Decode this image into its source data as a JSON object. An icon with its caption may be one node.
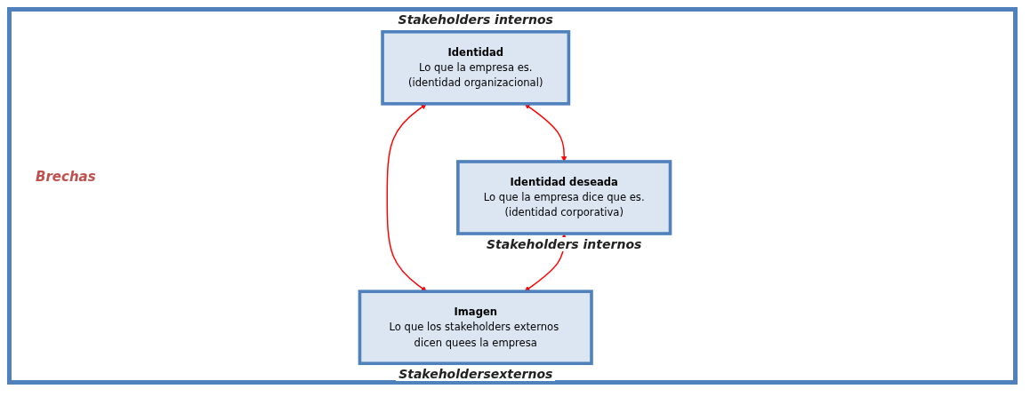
{
  "diagram": {
    "nodes": [
      {
        "text": [
          "Identidad",
          "Lo que la empresa es.",
          "(identidad organizacional)"
        ],
        "beside": [
          "Stakeholders internos"
        ]
      },
      {
        "text": [
          "Identidad deseada",
          "Lo que la empresa dice que es.",
          "(identidad corporativa)"
        ],
        "beside": [
          "Stakeholders internos"
        ]
      },
      {
        "text": [
          "Imagen",
          "Lo que los stakeholders externos dicen quees la empresa"
        ],
        "beside": [
          "Stakeholdersexternos"
        ]
      }
    ],
    "edges": [
      {
        "from": 0,
        "to": 1,
        "arrow": "both"
      },
      {
        "from": 0,
        "to": 2,
        "arrow": "both"
      },
      {
        "from": 1,
        "to": 2,
        "arrow": "both"
      }
    ],
    "labels": [
      "Brechas"
    ]
  }
}
